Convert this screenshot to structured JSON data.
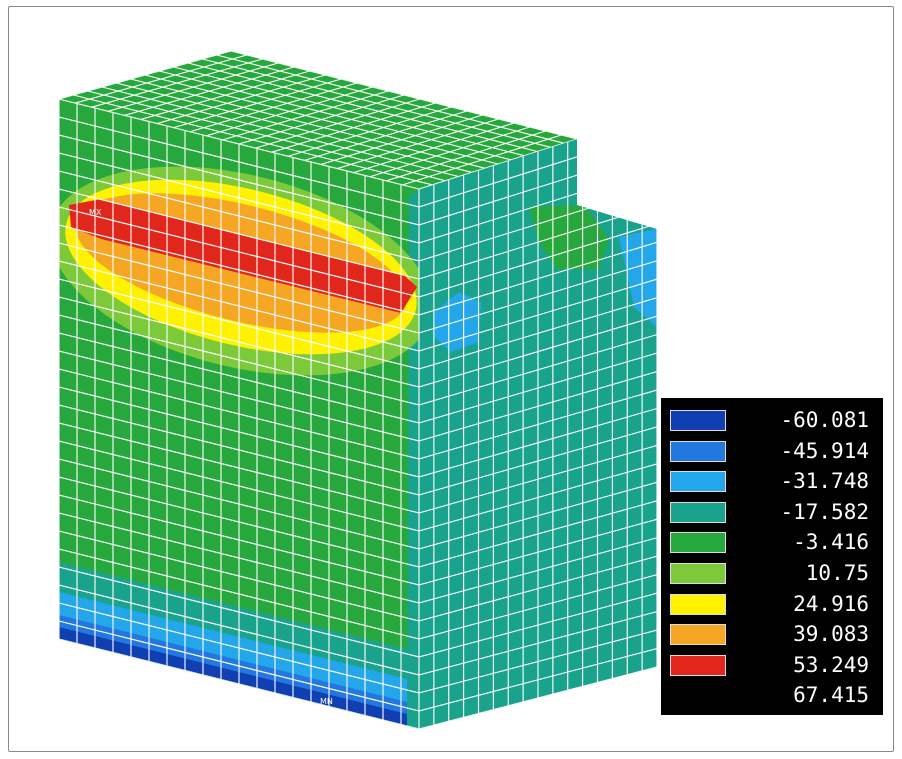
{
  "contour": {
    "colors": {
      "c0": "#0f3fb0",
      "c1": "#2378e0",
      "c2": "#23a6ea",
      "c3": "#1aa38c",
      "c4": "#27a83c",
      "c5": "#7cc93a",
      "c6": "#fff200",
      "c7": "#f5a623",
      "c8": "#e1261c"
    },
    "mesh": {
      "grid_line_color": "#ffffff"
    },
    "node_markers": [
      "MX",
      "MN"
    ]
  },
  "legend": {
    "items": [
      {
        "value": "-60.081",
        "color": "#0f3fb0"
      },
      {
        "value": "-45.914",
        "color": "#2378e0"
      },
      {
        "value": "-31.748",
        "color": "#23a6ea"
      },
      {
        "value": "-17.582",
        "color": "#1aa38c"
      },
      {
        "value": "-3.416",
        "color": "#27a83c"
      },
      {
        "value": "10.75",
        "color": "#7cc93a"
      },
      {
        "value": "24.916",
        "color": "#fff200"
      },
      {
        "value": "39.083",
        "color": "#f5a623"
      },
      {
        "value": "53.249",
        "color": "#e1261c"
      },
      {
        "value": "67.415",
        "color": null
      }
    ]
  }
}
